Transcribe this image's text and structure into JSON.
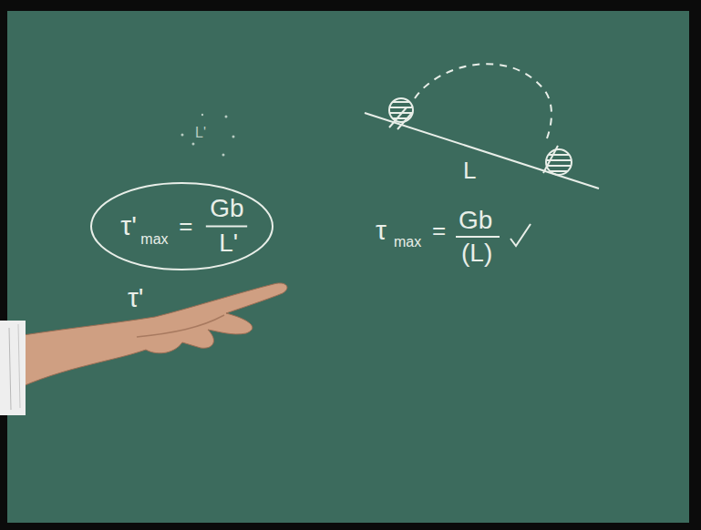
{
  "diagram": {
    "nodes": [
      {
        "text": [
          "τ'",
          "max",
          "=",
          "Gb",
          "L'"
        ]
      }
    ],
    "labels": [
      "L'",
      "L",
      "τ",
      "max",
      "=",
      "Gb",
      "(L)",
      "τ'"
    ]
  }
}
